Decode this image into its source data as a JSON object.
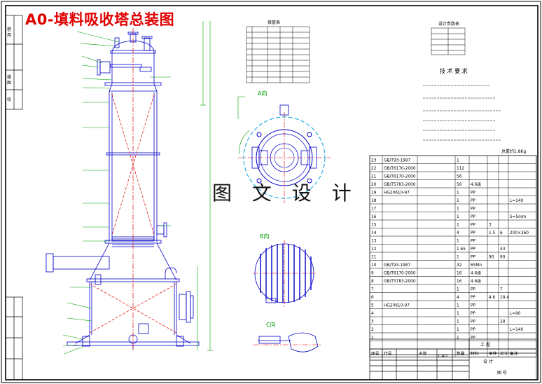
{
  "title": "A0-填料吸收塔总装图",
  "watermark": "图 文 设 计",
  "weight_note": "总重约1.8Kg",
  "view_labels": [
    "A向",
    "B向",
    "C向"
  ],
  "tech_title": "技 术 要 求",
  "parts_table": {
    "rows": [
      {
        "no": "23",
        "code": "GB/T93-1987",
        "qty": "1"
      },
      {
        "no": "22",
        "code": "GB/T6170-2000",
        "qty": "112"
      },
      {
        "no": "21",
        "code": "GB/T6170-2000",
        "qty": "56"
      },
      {
        "no": "20",
        "code": "GB/T5783-2000",
        "qty": "56",
        "mat": "4.6级"
      },
      {
        "no": "19",
        "code": "HG20610-97",
        "qty": "1",
        "mat": "PP"
      },
      {
        "no": "18",
        "code": "",
        "qty": "1",
        "mat": "PP",
        "size": "L=140"
      },
      {
        "no": "17",
        "code": "",
        "qty": "1",
        "mat": "PP"
      },
      {
        "no": "16",
        "code": "",
        "qty": "1",
        "mat": "PP",
        "size": "δ=5mm"
      },
      {
        "no": "15",
        "code": "",
        "qty": "1",
        "mat": "PP",
        "unit": "3"
      },
      {
        "no": "14",
        "code": "",
        "qty": "4",
        "mat": "PP",
        "unit": "1.5",
        "total": "6",
        "size": "200×360"
      },
      {
        "no": "13",
        "code": "",
        "qty": "1",
        "mat": "PP"
      },
      {
        "no": "12",
        "code": "",
        "qty": "1.65",
        "mat": "PP",
        "total": "43"
      },
      {
        "no": "11",
        "code": "",
        "qty": "1",
        "mat": "PP",
        "unit": "90",
        "total": "90"
      },
      {
        "no": "10",
        "code": "GB/T93-1987",
        "qty": "32",
        "mat": "65Mn"
      },
      {
        "no": "9",
        "code": "GB/T6170-2000",
        "qty": "16",
        "mat": "4.6级"
      },
      {
        "no": "8",
        "code": "GB/T5783-2000",
        "qty": "16",
        "mat": "4.6级"
      },
      {
        "no": "7",
        "code": "",
        "qty": "1",
        "mat": "PP",
        "total": "7"
      },
      {
        "no": "6",
        "code": "",
        "qty": "4",
        "mat": "PP",
        "unit": "4.6",
        "total": "18.4"
      },
      {
        "no": "5",
        "code": "HG20610-97",
        "qty": "1",
        "mat": "PP"
      },
      {
        "no": "4",
        "code": "",
        "qty": "1",
        "mat": "PP",
        "size": "L=90"
      },
      {
        "no": "3",
        "code": "",
        "qty": "1",
        "mat": "PP",
        "total": "28"
      },
      {
        "no": "2",
        "code": "",
        "qty": "1",
        "mat": "PP",
        "size": "L=140"
      },
      {
        "no": "1",
        "code": "",
        "qty": "1",
        "mat": "PP"
      }
    ],
    "header": [
      "序号",
      "代号",
      "名称",
      "数量",
      "材料",
      "单件",
      "总计",
      "备注"
    ]
  },
  "title_block": {
    "cad": "CAD",
    "company_cells": [
      "工 程",
      "设 计",
      "图 号"
    ]
  }
}
